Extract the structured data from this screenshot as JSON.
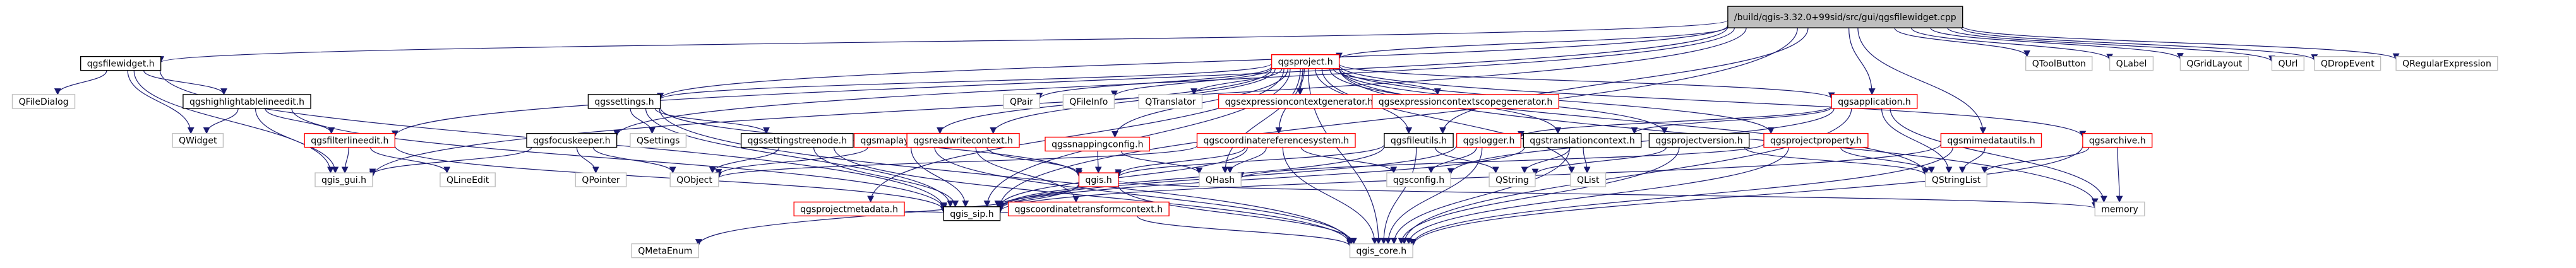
{
  "graph": {
    "colors": {
      "edge": "#191970",
      "node_border": "#000000",
      "node_border_missing": "#ff0000",
      "root_fill": "#bfbfbf",
      "node_fill": "#ffffff",
      "text": "#000000"
    },
    "nodes": [
      {
        "id": "root",
        "label": "/build/qgis-3.32.0+99sid/src/gui/qgsfilewidget.cpp",
        "style": "root"
      },
      {
        "id": "qgsfilewidget_h",
        "label": "qgsfilewidget.h",
        "style": "normal"
      },
      {
        "id": "QFileDialog",
        "label": "QFileDialog",
        "style": "missing"
      },
      {
        "id": "qgshighlightablelineedit_h",
        "label": "qgshighlightablelineedit.h",
        "style": "normal"
      },
      {
        "id": "QWidget",
        "label": "QWidget",
        "style": "missing"
      },
      {
        "id": "qgsfilterlineedit_h",
        "label": "qgsfilterlineedit.h",
        "style": "red"
      },
      {
        "id": "qgis_gui_h",
        "label": "qgis_gui.h",
        "style": "missing"
      },
      {
        "id": "QLineEdit",
        "label": "QLineEdit",
        "style": "missing"
      },
      {
        "id": "qgis_sip_h",
        "label": "qgis_sip.h",
        "style": "normal"
      },
      {
        "id": "QMetaEnum",
        "label": "QMetaEnum",
        "style": "missing"
      },
      {
        "id": "qgsfocuskeeper_h",
        "label": "qgsfocuskeeper.h",
        "style": "normal"
      },
      {
        "id": "QPointer",
        "label": "QPointer",
        "style": "missing"
      },
      {
        "id": "QObject",
        "label": "QObject",
        "style": "missing"
      },
      {
        "id": "qgssettings_h",
        "label": "qgssettings.h",
        "style": "normal"
      },
      {
        "id": "QSettings",
        "label": "QSettings",
        "style": "missing"
      },
      {
        "id": "qgssettingstreenode_h",
        "label": "qgssettingstreenode.h",
        "style": "normal"
      },
      {
        "id": "qgsmaplayerstore_h",
        "label": "qgsmaplayerstore.h",
        "style": "red"
      },
      {
        "id": "qgsproject_h",
        "label": "qgsproject.h",
        "style": "red"
      },
      {
        "id": "QPair",
        "label": "QPair",
        "style": "missing"
      },
      {
        "id": "QFileInfo",
        "label": "QFileInfo",
        "style": "missing"
      },
      {
        "id": "QTranslator",
        "label": "QTranslator",
        "style": "missing"
      },
      {
        "id": "qgsexpressioncontextgenerator_h",
        "label": "qgsexpressioncontextgenerator.h",
        "style": "red"
      },
      {
        "id": "qgsexpressioncontextscopegenerator_h",
        "label": "qgsexpressioncontextscopegenerator.h",
        "style": "red"
      },
      {
        "id": "qgsreadwritecontext_h",
        "label": "qgsreadwritecontext.h",
        "style": "red"
      },
      {
        "id": "qgsprojectmetadata_h",
        "label": "qgsprojectmetadata.h",
        "style": "red"
      },
      {
        "id": "qgscoordinatetransformcontext_h",
        "label": "qgscoordinatetransformcontext.h",
        "style": "red"
      },
      {
        "id": "qgis_h",
        "label": "qgis.h",
        "style": "red"
      },
      {
        "id": "qgis_core_h",
        "label": "qgis_core.h",
        "style": "missing"
      },
      {
        "id": "qgssnappingconfig_h",
        "label": "qgssnappingconfig.h",
        "style": "red"
      },
      {
        "id": "QHash",
        "label": "QHash",
        "style": "missing"
      },
      {
        "id": "qgscoordinatereferencesystem_h",
        "label": "qgscoordinatereferencesystem.h",
        "style": "red"
      },
      {
        "id": "qgsfileutils_h",
        "label": "qgsfileutils.h",
        "style": "normal"
      },
      {
        "id": "qgslogger_h",
        "label": "qgslogger.h",
        "style": "red"
      },
      {
        "id": "qgsconfig_h",
        "label": "qgsconfig.h",
        "style": "missing"
      },
      {
        "id": "QString",
        "label": "QString",
        "style": "missing"
      },
      {
        "id": "QList",
        "label": "QList",
        "style": "missing"
      },
      {
        "id": "qgstranslationcontext_h",
        "label": "qgstranslationcontext.h",
        "style": "normal"
      },
      {
        "id": "qgsprojectversion_h",
        "label": "qgsprojectversion.h",
        "style": "normal"
      },
      {
        "id": "qgsprojectproperty_h",
        "label": "qgsprojectproperty.h",
        "style": "red"
      },
      {
        "id": "qgsapplication_h",
        "label": "qgsapplication.h",
        "style": "red"
      },
      {
        "id": "qgsmimedatautils_h",
        "label": "qgsmimedatautils.h",
        "style": "red"
      },
      {
        "id": "qgsarchive_h",
        "label": "qgsarchive.h",
        "style": "red"
      },
      {
        "id": "QStringList",
        "label": "QStringList",
        "style": "missing"
      },
      {
        "id": "memory",
        "label": "memory",
        "style": "missing"
      },
      {
        "id": "QToolButton",
        "label": "QToolButton",
        "style": "missing"
      },
      {
        "id": "QLabel",
        "label": "QLabel",
        "style": "missing"
      },
      {
        "id": "QGridLayout",
        "label": "QGridLayout",
        "style": "missing"
      },
      {
        "id": "QUrl",
        "label": "QUrl",
        "style": "missing"
      },
      {
        "id": "QDropEvent",
        "label": "QDropEvent",
        "style": "missing"
      },
      {
        "id": "QRegularExpression",
        "label": "QRegularExpression",
        "style": "missing"
      }
    ],
    "edges": [
      [
        "root",
        "qgsfilewidget_h"
      ],
      [
        "root",
        "qgsfilterlineedit_h"
      ],
      [
        "root",
        "qgsfocuskeeper_h"
      ],
      [
        "root",
        "qgssettings_h"
      ],
      [
        "root",
        "qgsproject_h"
      ],
      [
        "root",
        "qgsapplication_h"
      ],
      [
        "root",
        "qgsfileutils_h"
      ],
      [
        "root",
        "qgsmimedatautils_h"
      ],
      [
        "root",
        "QToolButton"
      ],
      [
        "root",
        "QLabel"
      ],
      [
        "root",
        "QGridLayout"
      ],
      [
        "root",
        "QUrl"
      ],
      [
        "root",
        "QDropEvent"
      ],
      [
        "root",
        "QRegularExpression"
      ],
      [
        "root",
        "qgis_sip_h"
      ],
      [
        "root",
        "qgis_gui_h"
      ],
      [
        "qgsfilewidget_h",
        "QFileDialog"
      ],
      [
        "qgsfilewidget_h",
        "qgshighlightablelineedit_h"
      ],
      [
        "qgsfilewidget_h",
        "QWidget"
      ],
      [
        "qgsfilewidget_h",
        "qgis_gui_h"
      ],
      [
        "qgsfilewidget_h",
        "qgis_sip_h"
      ],
      [
        "qgshighlightablelineedit_h",
        "QWidget"
      ],
      [
        "qgshighlightablelineedit_h",
        "qgsfilterlineedit_h"
      ],
      [
        "qgshighlightablelineedit_h",
        "qgis_gui_h"
      ],
      [
        "qgshighlightablelineedit_h",
        "qgis_sip_h"
      ],
      [
        "qgsfilterlineedit_h",
        "qgis_gui_h"
      ],
      [
        "qgsfilterlineedit_h",
        "QLineEdit"
      ],
      [
        "qgsfilterlineedit_h",
        "qgis_sip_h"
      ],
      [
        "qgsfocuskeeper_h",
        "qgis_gui_h"
      ],
      [
        "qgsfocuskeeper_h",
        "QPointer"
      ],
      [
        "qgsfocuskeeper_h",
        "QObject"
      ],
      [
        "qgssettings_h",
        "QSettings"
      ],
      [
        "qgssettings_h",
        "qgis_core_h"
      ],
      [
        "qgssettings_h",
        "qgis_sip_h"
      ],
      [
        "qgssettings_h",
        "qgssettingstreenode_h"
      ],
      [
        "qgssettings_h",
        "qgis_h"
      ],
      [
        "qgssettingstreenode_h",
        "QObject"
      ],
      [
        "qgssettingstreenode_h",
        "qgis_sip_h"
      ],
      [
        "qgssettingstreenode_h",
        "qgis_core_h"
      ],
      [
        "qgsproject_h",
        "qgssettings_h"
      ],
      [
        "qgsproject_h",
        "QPair"
      ],
      [
        "qgsproject_h",
        "QFileInfo"
      ],
      [
        "qgsproject_h",
        "QTranslator"
      ],
      [
        "qgsproject_h",
        "qgsexpressioncontextgenerator_h"
      ],
      [
        "qgsproject_h",
        "qgsexpressioncontextscopegenerator_h"
      ],
      [
        "qgsproject_h",
        "qgsmaplayerstore_h"
      ],
      [
        "qgsproject_h",
        "qgsreadwritecontext_h"
      ],
      [
        "qgsproject_h",
        "qgsprojectmetadata_h"
      ],
      [
        "qgsproject_h",
        "qgssnappingconfig_h"
      ],
      [
        "qgsproject_h",
        "qgscoordinatereferencesystem_h"
      ],
      [
        "qgsproject_h",
        "qgsfileutils_h"
      ],
      [
        "qgsproject_h",
        "qgstranslationcontext_h"
      ],
      [
        "qgsproject_h",
        "qgsprojectversion_h"
      ],
      [
        "qgsproject_h",
        "qgsprojectproperty_h"
      ],
      [
        "qgsproject_h",
        "qgsapplication_h"
      ],
      [
        "qgsproject_h",
        "qgsarchive_h"
      ],
      [
        "qgsproject_h",
        "qgis_core_h"
      ],
      [
        "qgsproject_h",
        "qgis_sip_h"
      ],
      [
        "qgsproject_h",
        "memory"
      ],
      [
        "qgsproject_h",
        "QHash"
      ],
      [
        "qgsproject_h",
        "QList"
      ],
      [
        "qgsproject_h",
        "QStringList"
      ],
      [
        "qgsmaplayerstore_h",
        "QObject"
      ],
      [
        "qgsmaplayerstore_h",
        "qgis_sip_h"
      ],
      [
        "qgsmaplayerstore_h",
        "qgis_core_h"
      ],
      [
        "qgsreadwritecontext_h",
        "qgscoordinatetransformcontext_h"
      ],
      [
        "qgsreadwritecontext_h",
        "qgis_h"
      ],
      [
        "qgsprojectmetadata_h",
        "qgis_sip_h"
      ],
      [
        "qgscoordinatetransformcontext_h",
        "qgis_core_h"
      ],
      [
        "qgscoordinatetransformcontext_h",
        "qgis_sip_h"
      ],
      [
        "qgis_h",
        "QMetaEnum"
      ],
      [
        "qgis_h",
        "qgis_sip_h"
      ],
      [
        "qgis_h",
        "qgis_core_h"
      ],
      [
        "qgis_h",
        "memory"
      ],
      [
        "qgssnappingconfig_h",
        "qgis_h"
      ],
      [
        "qgssnappingconfig_h",
        "QHash"
      ],
      [
        "qgscoordinatereferencesystem_h",
        "qgis_h"
      ],
      [
        "qgscoordinatereferencesystem_h",
        "QObject"
      ],
      [
        "qgscoordinatereferencesystem_h",
        "qgis_core_h"
      ],
      [
        "qgscoordinatereferencesystem_h",
        "qgsconfig_h"
      ],
      [
        "qgscoordinatereferencesystem_h",
        "QHash"
      ],
      [
        "qgscoordinatereferencesystem_h",
        "qgis_sip_h"
      ],
      [
        "qgsfileutils_h",
        "qgis_h"
      ],
      [
        "qgsfileutils_h",
        "QString"
      ],
      [
        "qgsfileutils_h",
        "qgis_core_h"
      ],
      [
        "qgsfileutils_h",
        "qgis_sip_h"
      ],
      [
        "qgslogger_h",
        "qgis_core_h"
      ],
      [
        "qgslogger_h",
        "qgsconfig_h"
      ],
      [
        "qgslogger_h",
        "qgis_sip_h"
      ],
      [
        "qgstranslationcontext_h",
        "QList"
      ],
      [
        "qgstranslationcontext_h",
        "QString"
      ],
      [
        "qgstranslationcontext_h",
        "qgis_core_h"
      ],
      [
        "qgstranslationcontext_h",
        "qgis_sip_h"
      ],
      [
        "qgsprojectversion_h",
        "QString"
      ],
      [
        "qgsprojectversion_h",
        "QStringList"
      ],
      [
        "qgsprojectversion_h",
        "qgis_core_h"
      ],
      [
        "qgsprojectproperty_h",
        "QHash"
      ],
      [
        "qgsprojectproperty_h",
        "qgis_core_h"
      ],
      [
        "qgsprojectproperty_h",
        "QStringList"
      ],
      [
        "qgsapplication_h",
        "qgis_core_h"
      ],
      [
        "qgsapplication_h",
        "qgsconfig_h"
      ],
      [
        "qgsapplication_h",
        "qgstranslationcontext_h"
      ],
      [
        "qgsapplication_h",
        "QStringList"
      ],
      [
        "qgsapplication_h",
        "qgslogger_h"
      ],
      [
        "qgsapplication_h",
        "memory"
      ],
      [
        "qgsmimedatautils_h",
        "QStringList"
      ],
      [
        "qgsmimedatautils_h",
        "qgis_core_h"
      ],
      [
        "qgsmimedatautils_h",
        "qgis_sip_h"
      ],
      [
        "qgsarchive_h",
        "qgis_core_h"
      ],
      [
        "qgsarchive_h",
        "QStringList"
      ],
      [
        "qgsarchive_h",
        "memory"
      ]
    ]
  }
}
